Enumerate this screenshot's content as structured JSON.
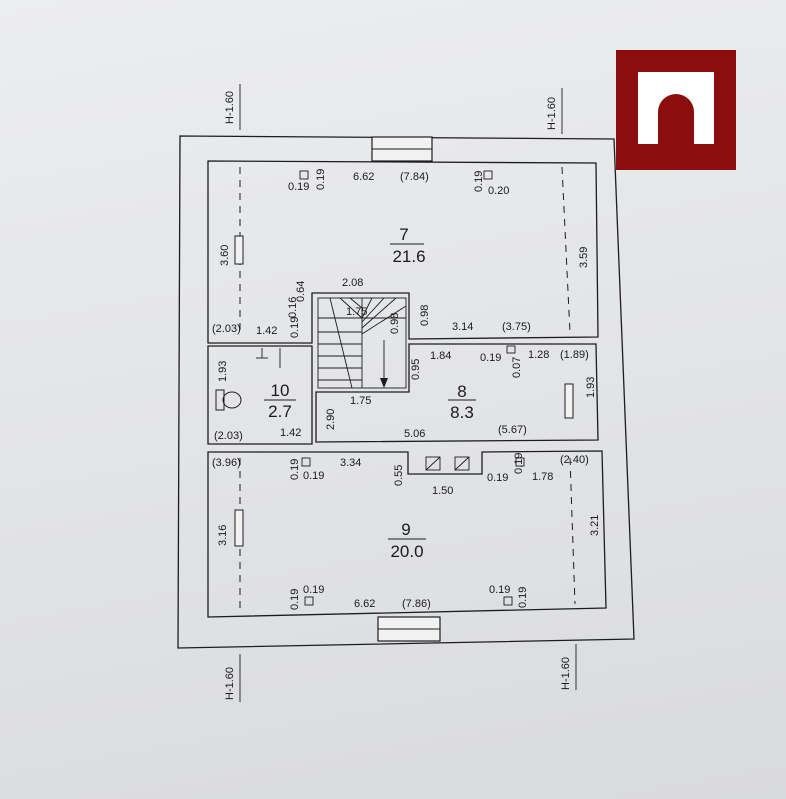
{
  "logo": {
    "name": "brand-logo-icon",
    "bg_color": "#8b0d0d",
    "fg_color": "#ffffff"
  },
  "height_marks": [
    "H-1.60",
    "H-1.60",
    "H-1.60",
    "H-1.60"
  ],
  "rooms": {
    "r7": {
      "number": "7",
      "area": "21.6"
    },
    "r8": {
      "number": "8",
      "area": "8.3"
    },
    "r9": {
      "number": "9",
      "area": "20.0"
    },
    "r10": {
      "number": "10",
      "area": "2.7"
    }
  },
  "dimensions": {
    "r7_top_len": "6.62",
    "r7_top_len_total": "(7.84)",
    "r7_col_left_a": "0.19",
    "r7_col_left_b": "0.19",
    "r7_col_right_a": "0.19",
    "r7_col_right_b": "0.20",
    "r7_left_h": "3.60",
    "r7_right_h": "3.59",
    "r7_bottom_left_total": "(2.03)",
    "r7_bottom_left": "1.42",
    "r7_bottom_right": "3.14",
    "r7_bottom_right_total": "(3.75)",
    "stair_w": "2.08",
    "stair_inner": "1.75",
    "stair_inner_h": "0.98",
    "stair_side": "0.98",
    "stair_left_a": "0.64",
    "stair_left_b": "0.16",
    "stair_left_c": "0.19",
    "stair_bottom": "1.75",
    "stair_h": "0.95",
    "stair_left_h": "2.90",
    "r8_top_a": "1.84",
    "r8_top_b": "0.19",
    "r8_top_c": "1.28",
    "r8_top_total": "(1.89)",
    "r8_small": "0.07",
    "r8_right_h": "1.93",
    "r8_bottom": "5.06",
    "r8_bottom_total": "(5.67)",
    "r10_h": "1.93",
    "r10_bottom_total": "(2.03)",
    "r10_bottom": "1.42",
    "r9_top_left_total": "(3.96)",
    "r9_col_a": "0.19",
    "r9_col_b": "0.19",
    "r9_top_len": "3.34",
    "r9_niche_h": "0.55",
    "r9_niche_w": "1.50",
    "r9_col_c": "0.19",
    "r9_col_d": "0.19",
    "r9_top_right": "1.78",
    "r9_top_right_total": "(2.40)",
    "r9_left_h": "3.16",
    "r9_right_h": "3.21",
    "r9_col_e": "0.19",
    "r9_col_f": "0.19",
    "r9_bottom_len": "6.62",
    "r9_bottom_total": "(7.86)",
    "r9_col_g": "0.19",
    "r9_col_h": "0.19"
  }
}
